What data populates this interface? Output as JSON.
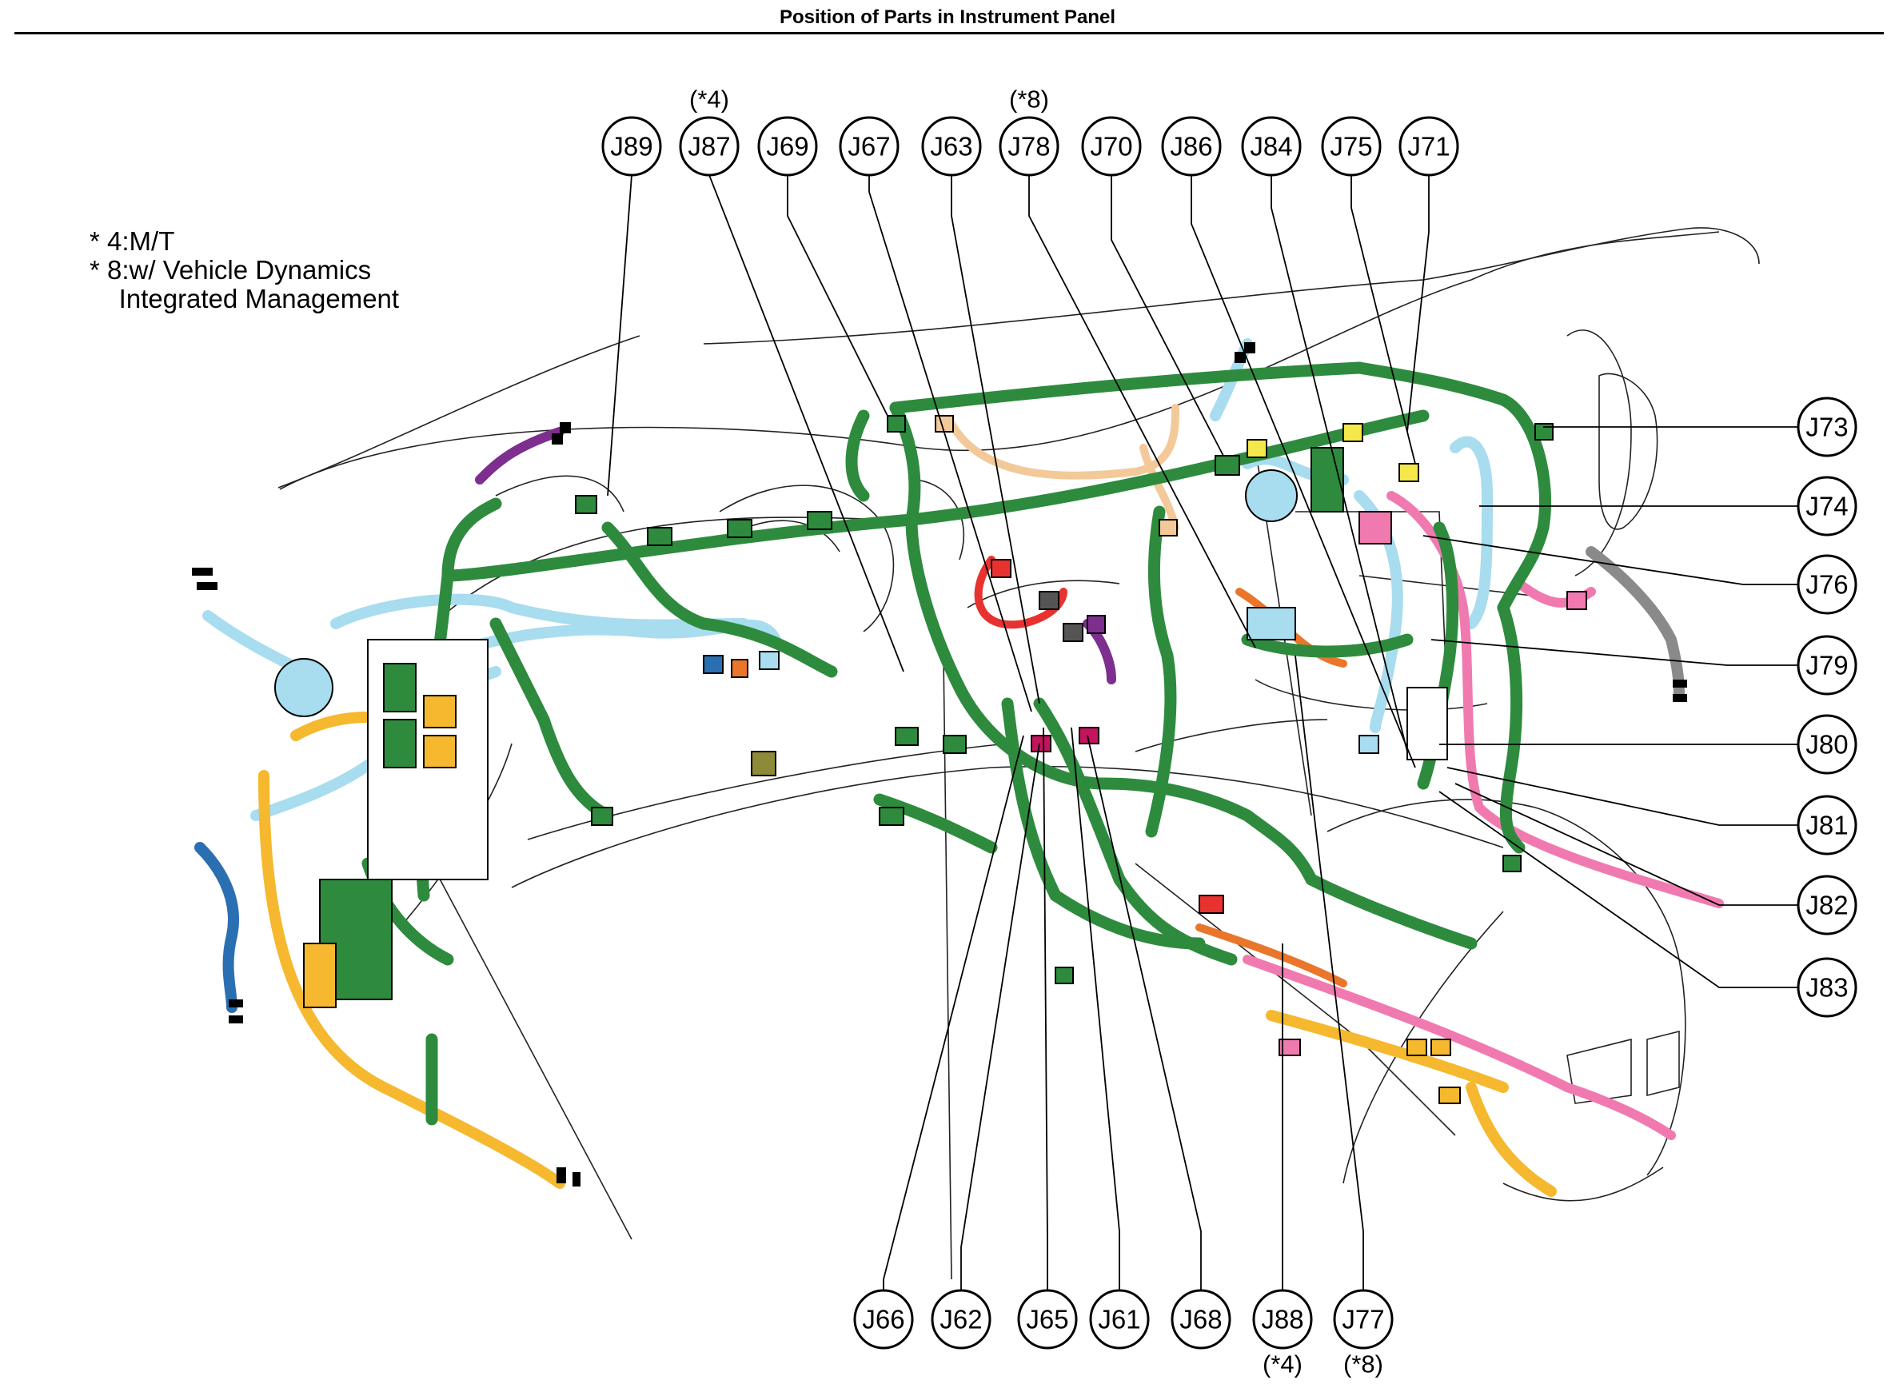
{
  "header": {
    "title": "Position of Parts in Instrument Panel"
  },
  "notes": {
    "line1": "* 4:M/T",
    "line2": "* 8:w/ Vehicle Dynamics",
    "line3": "    Integrated Management"
  },
  "colors": {
    "green": "#2e8b3e",
    "light_blue": "#a8dcef",
    "yellow": "#f5b82e",
    "pink": "#f07aaf",
    "orange": "#e9762b",
    "red": "#e8322f",
    "purple": "#7d2e8e",
    "blue": "#2b6fb3",
    "gray": "#8a8a8a",
    "tan": "#f3c99a"
  },
  "top_callouts": [
    {
      "id": "J89",
      "note": ""
    },
    {
      "id": "J87",
      "note": "(*4)"
    },
    {
      "id": "J69",
      "note": ""
    },
    {
      "id": "J67",
      "note": ""
    },
    {
      "id": "J63",
      "note": ""
    },
    {
      "id": "J78",
      "note": "(*8)"
    },
    {
      "id": "J70",
      "note": ""
    },
    {
      "id": "J86",
      "note": ""
    },
    {
      "id": "J84",
      "note": ""
    },
    {
      "id": "J75",
      "note": ""
    },
    {
      "id": "J71",
      "note": ""
    }
  ],
  "right_callouts": [
    {
      "id": "J73"
    },
    {
      "id": "J74"
    },
    {
      "id": "J76"
    },
    {
      "id": "J79"
    },
    {
      "id": "J80"
    },
    {
      "id": "J81"
    },
    {
      "id": "J82"
    },
    {
      "id": "J83"
    }
  ],
  "bottom_callouts": [
    {
      "id": "J66",
      "note": ""
    },
    {
      "id": "J62",
      "note": ""
    },
    {
      "id": "J65",
      "note": ""
    },
    {
      "id": "J61",
      "note": ""
    },
    {
      "id": "J68",
      "note": ""
    },
    {
      "id": "J88",
      "note": "(*4)"
    },
    {
      "id": "J77",
      "note": "(*8)"
    }
  ]
}
